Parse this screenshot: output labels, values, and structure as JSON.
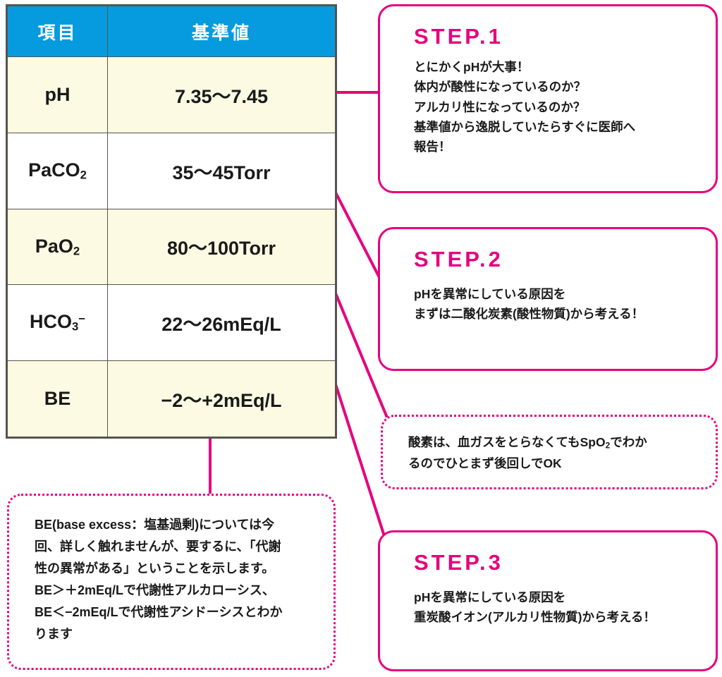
{
  "table": {
    "headers": [
      "項目",
      "基準値"
    ],
    "rows": [
      {
        "item_html": "pH",
        "value_html": "7.35〜7.45"
      },
      {
        "item_html": "PaCO<sub>2</sub>",
        "value_html": "35〜45Torr"
      },
      {
        "item_html": "PaO<sub>2</sub>",
        "value_html": "80〜100Torr"
      },
      {
        "item_html": "HCO<sub>3</sub><sup>−</sup>",
        "value_html": "22〜26mEq/L"
      },
      {
        "item_html": "BE",
        "value_html": "−2〜+2mEq/L"
      }
    ]
  },
  "callouts": {
    "step1": {
      "title": "STEP.1",
      "body": "とにかくpHが大事！\n体内が酸性になっているのか？\nアルカリ性になっているのか？\n基準値から逸脱していたらすぐに医師へ\n報告！"
    },
    "step2": {
      "title": "STEP.2",
      "body": "pHを異常にしている原因を\nまずは二酸化炭素(酸性物質)から考える！"
    },
    "oxygen_note": {
      "body_html": "酸素は、血ガスをとらなくてもSpO<sub>2</sub>でわか<br>るのでひとまず後回しでOK"
    },
    "step3": {
      "title": "STEP.3",
      "body": "pHを異常にしている原因を\n重炭酸イオン(アルカリ性物質)から考える！"
    },
    "be_note": {
      "body": "BE(base excess：塩基過剰)については今\n回、詳しく触れませんが、要するに、「代謝\n性の異常がある」ということを示します。\nBE＞＋2mEq/Lで代謝性アルカローシス、\nBE＜−2mEq/Lで代謝性アシドーシスとわか\nります"
    }
  },
  "colors": {
    "header_blue": "#069bde",
    "row_cream": "#fdfae3",
    "row_white": "#ffffff",
    "accent_magenta": "#e6007e",
    "border_gray": "#57544d",
    "text_dark": "#1a1a1a"
  }
}
